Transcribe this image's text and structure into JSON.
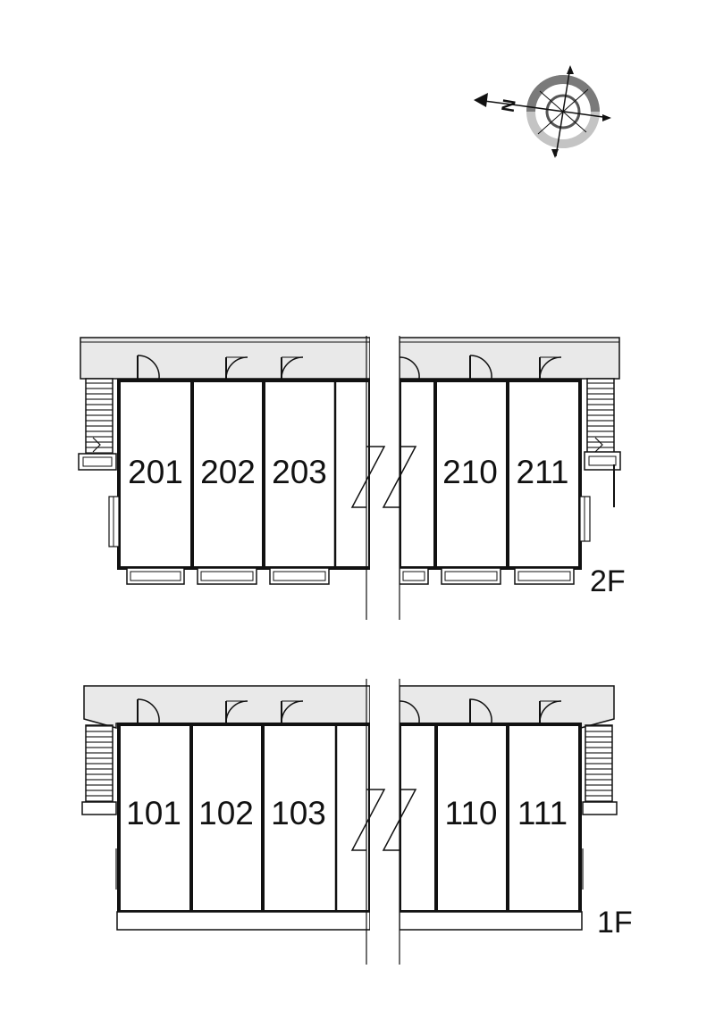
{
  "compass": {
    "north_label": "N",
    "icon": "compass-rose-icon"
  },
  "floors": [
    {
      "label": "2F",
      "units": [
        "201",
        "202",
        "203",
        "210",
        "211"
      ]
    },
    {
      "label": "1F",
      "units": [
        "101",
        "102",
        "103",
        "110",
        "111"
      ]
    }
  ],
  "colors": {
    "line": "#111111",
    "corridor": "#e9e9e9",
    "compass_dark": "#7a7a7a",
    "compass_light": "#c4c4c4"
  }
}
